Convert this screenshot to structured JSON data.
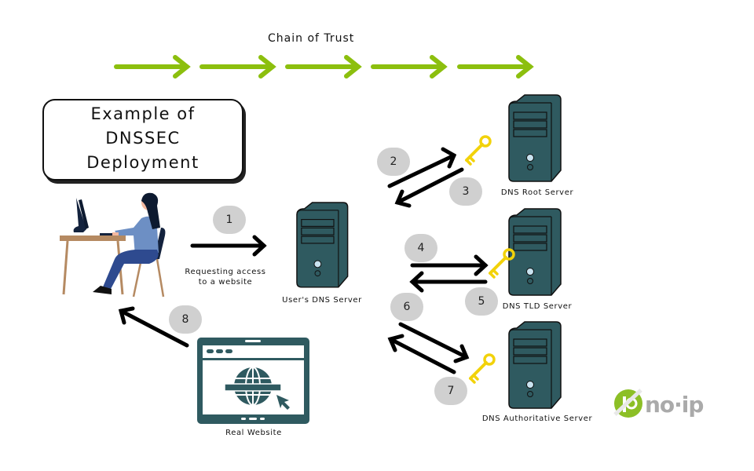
{
  "diagram": {
    "chain_label": "Chain of Trust",
    "title_lines": [
      "Example of",
      "DNSSEC",
      "Deployment"
    ],
    "user_action_label": [
      "Requesting access",
      "to a website"
    ],
    "nodes": {
      "users_dns": "User's DNS Server",
      "root": "DNS Root Server",
      "tld": "DNS TLD Server",
      "authoritative": "DNS Authoritative Server",
      "website": "Real Website"
    },
    "steps": [
      "1",
      "2",
      "3",
      "4",
      "5",
      "6",
      "7",
      "8"
    ],
    "logo_text": "no·ip",
    "colors": {
      "chain_arrow": "#8cbf0e",
      "server_body": "#2f5a60",
      "key": "#f2d20a",
      "badge": "#d0d0d0",
      "arrow": "#000000",
      "logo_green": "#8cbf26",
      "logo_gray": "#aaaaaa"
    }
  }
}
